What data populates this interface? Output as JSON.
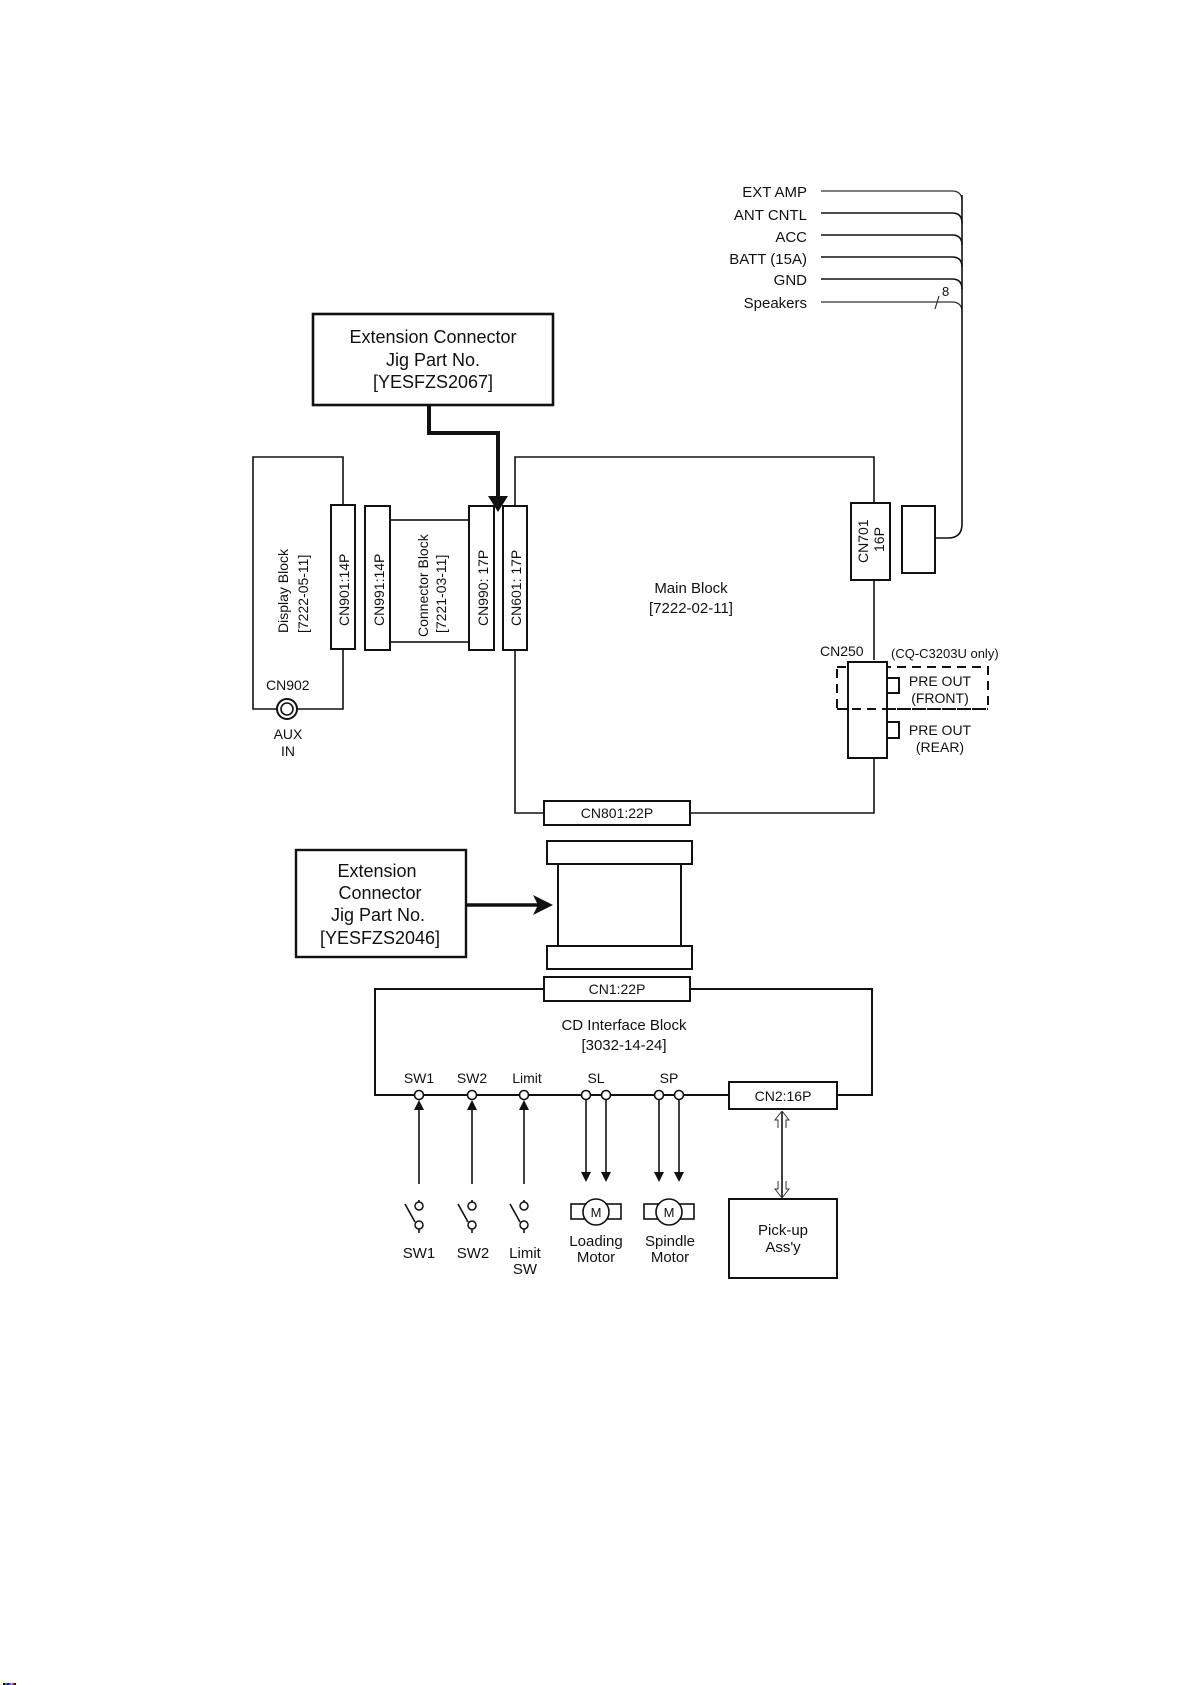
{
  "external_signals": {
    "labels": [
      "EXT AMP",
      "ANT CNTL",
      "ACC",
      "BATT (15A)",
      "GND",
      "Speakers"
    ],
    "speaker_wire_count": "8"
  },
  "jig_top": {
    "lines": [
      "Extension Connector",
      "Jig Part No.",
      "[YESFZS2067]"
    ]
  },
  "jig_bottom": {
    "lines": [
      "Extension",
      "Connector",
      "Jig Part No.",
      "[YESFZS2046]"
    ]
  },
  "display_block": {
    "name": "Display Block",
    "part": "[7222-05-11]",
    "connector": "CN901:14P",
    "jack_connector": "CN902",
    "jack_label": [
      "AUX",
      "IN"
    ]
  },
  "connector_block": {
    "name": "Connector Block",
    "part": "[7221-03-11]",
    "left_connector": "CN991:14P",
    "right_connector": "CN990: 17P"
  },
  "main_block": {
    "name": "Main Block",
    "part": "[7222-02-11]",
    "left_connector": "CN601: 17P",
    "power_connector": [
      "CN701",
      "16P"
    ],
    "bottom_connector": "CN801:22P",
    "preout_connector": "CN250",
    "preout_note": "(CQ-C3203U only)",
    "preout_front": [
      "PRE OUT",
      "(FRONT)"
    ],
    "preout_rear": [
      "PRE OUT",
      "(REAR)"
    ]
  },
  "cd_block": {
    "name": "CD Interface Block",
    "part": "[3032-14-24]",
    "top_connector": "CN1:22P",
    "pickup_connector": "CN2:16P",
    "pin_labels": [
      "SW1",
      "SW2",
      "Limit",
      "SL",
      "SP"
    ]
  },
  "peripherals": {
    "switches": [
      {
        "label": [
          "SW1"
        ]
      },
      {
        "label": [
          "SW2"
        ]
      },
      {
        "label": [
          "Limit",
          "SW"
        ]
      }
    ],
    "motors": [
      {
        "symbol": "M",
        "label": [
          "Loading",
          "Motor"
        ]
      },
      {
        "symbol": "M",
        "label": [
          "Spindle",
          "Motor"
        ]
      }
    ],
    "pickup": [
      "Pick-up",
      "Ass'y"
    ]
  }
}
